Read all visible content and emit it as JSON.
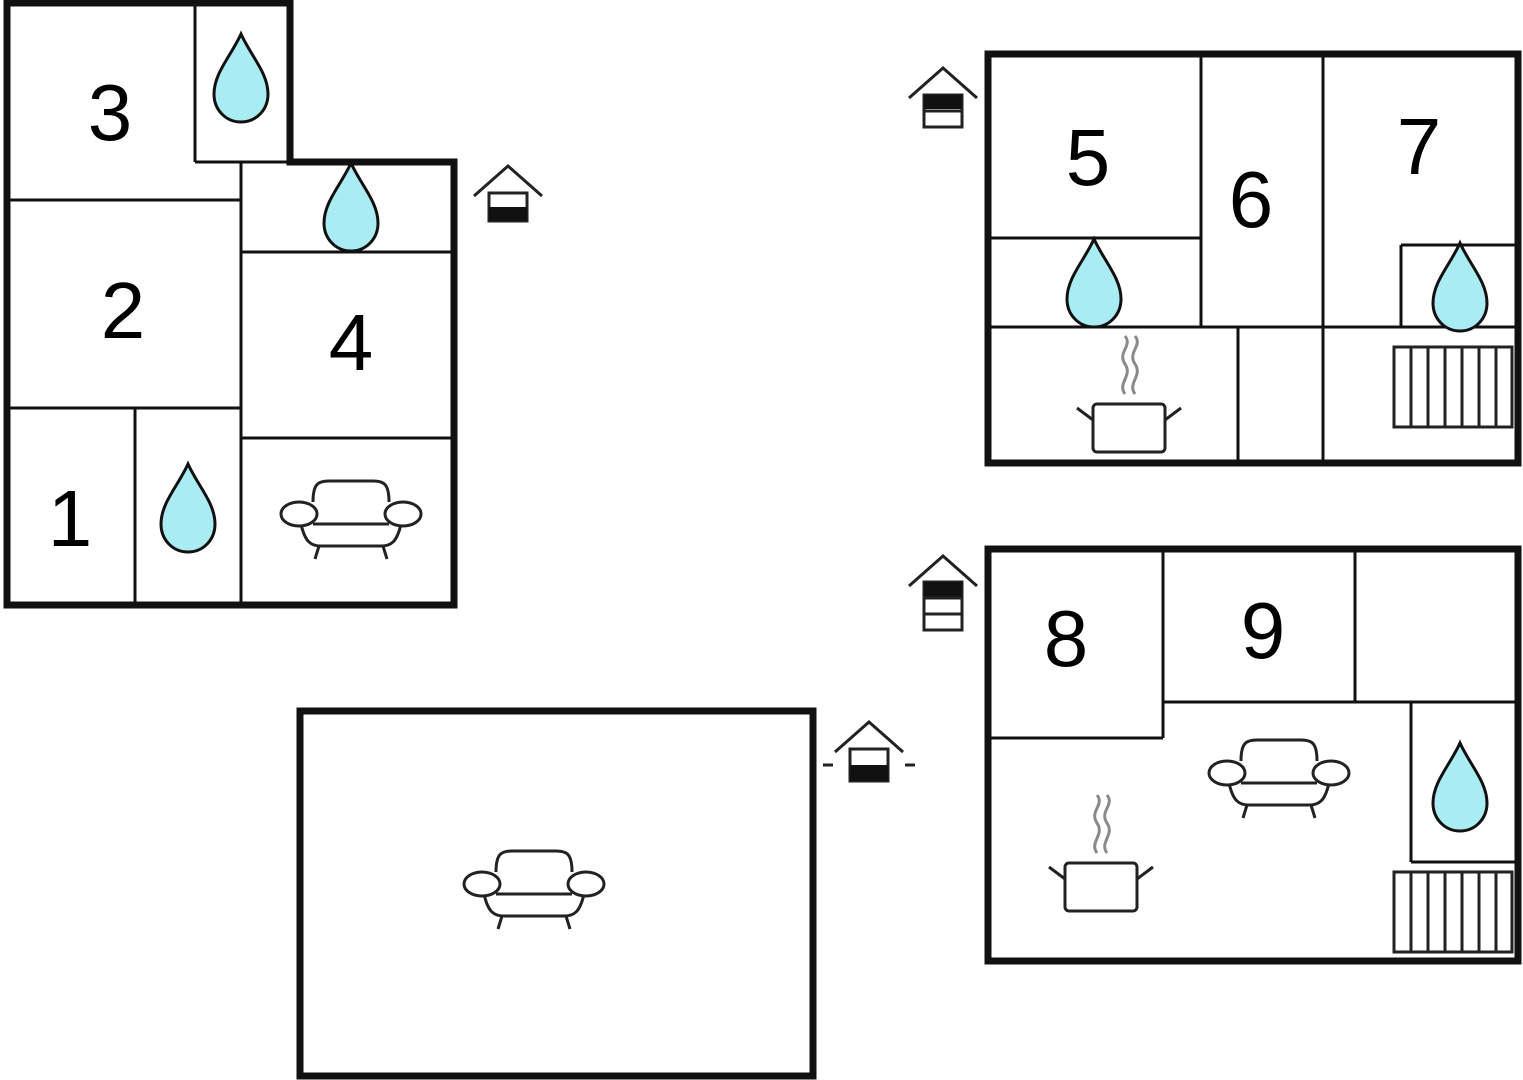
{
  "floor_plan": {
    "rooms": [
      {
        "number": "1"
      },
      {
        "number": "2"
      },
      {
        "number": "3"
      },
      {
        "number": "4"
      },
      {
        "number": "5"
      },
      {
        "number": "6"
      },
      {
        "number": "7"
      },
      {
        "number": "8"
      },
      {
        "number": "9"
      }
    ],
    "icons": {
      "bathroom": "water-drop-icon",
      "living_room": "sofa-icon",
      "kitchen": "cooking-pot-icon",
      "stairs": "stairs-icon",
      "level_indicator": "house-floor-level-icon"
    },
    "colors": {
      "water_drop": "#a9ecf3",
      "walls": "#111111",
      "steam": "#8a8a8a"
    }
  }
}
